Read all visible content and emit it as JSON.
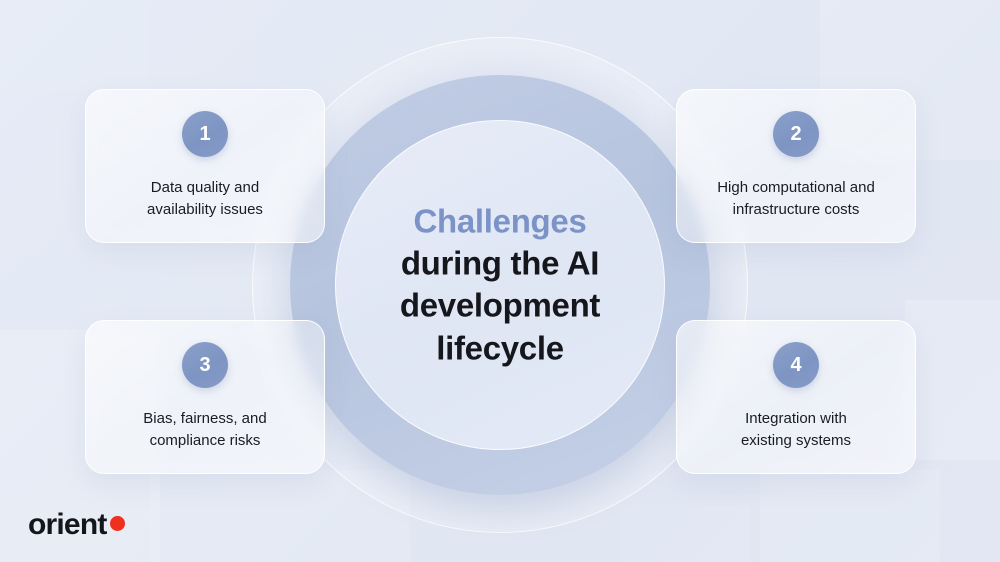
{
  "center": {
    "accent_line": "Challenges",
    "main_lines": "during the AI\ndevelopment\nlifecycle",
    "accent_color": "#7b93c6",
    "main_color": "#16171c"
  },
  "cards": [
    {
      "number": "1",
      "text": "Data quality and\navailability issues"
    },
    {
      "number": "2",
      "text": "High computational and\ninfrastructure costs"
    },
    {
      "number": "3",
      "text": "Bias, fairness, and\ncompliance risks"
    },
    {
      "number": "4",
      "text": "Integration with\nexisting systems"
    }
  ],
  "logo": {
    "word": "orient",
    "dot_color": "#f0301f",
    "dot_name": "orient-logo-dot"
  },
  "theme": {
    "background_start": "#e6ebf6",
    "background_end": "#e2e7f3",
    "ring_band_color": "#b6c4de",
    "ring_inner_color": "#dfe6f4",
    "badge_color": "#7e95c3"
  }
}
